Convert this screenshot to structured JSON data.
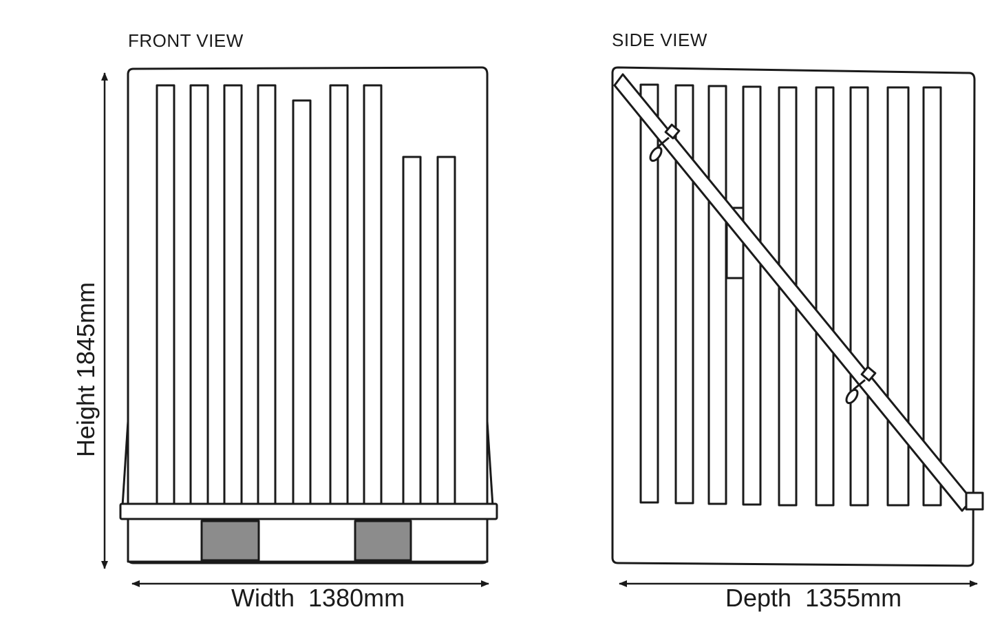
{
  "front_view": {
    "title": "FRONT VIEW",
    "width_label": "Width  1380mm",
    "height_label": "Height 1845mm"
  },
  "side_view": {
    "title": "SIDE VIEW",
    "depth_label": "Depth  1355mm"
  },
  "colors": {
    "line": "#1a1a1a",
    "pallet_block": "#8c8c8c",
    "background": "#ffffff"
  }
}
